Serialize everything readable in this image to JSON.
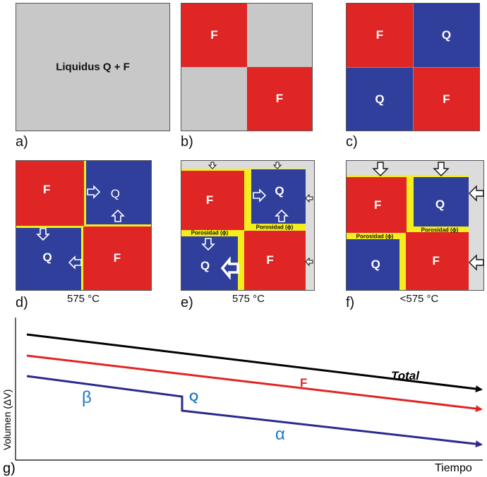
{
  "panels": {
    "a": {
      "label": "a)",
      "text": "Liquidus Q + F"
    },
    "b": {
      "label": "b)",
      "cells": [
        "F",
        "F"
      ]
    },
    "c": {
      "label": "c)",
      "cells": [
        "F",
        "Q",
        "Q",
        "F"
      ]
    },
    "d": {
      "label": "d)",
      "cells": [
        "F",
        "Q",
        "Q",
        "F"
      ],
      "temp": "575 °C"
    },
    "e": {
      "label": "e)",
      "cells": [
        "F",
        "Q",
        "Q",
        "F"
      ],
      "temp": "575 °C",
      "porosity": [
        "Porosidad (ϕ)",
        "Porosidad (ϕ)"
      ]
    },
    "f": {
      "label": "f)",
      "cells": [
        "F",
        "Q",
        "Q",
        "F"
      ],
      "temp": "<575 °C",
      "porosity": [
        "Porosidad (ϕ)",
        "Porosidad (ϕ)"
      ]
    }
  },
  "colors": {
    "F": "#e02525",
    "Q": "#2f3f9b",
    "liquid": "#c8c8c8",
    "porosity": "#f4ee1e",
    "total_line": "#000000",
    "F_line": "#e02525",
    "Q_line": "#2d2a8c",
    "greek": "#1e78c8"
  },
  "graph": {
    "label": "g)",
    "ylabel": "Volumen (ΔV)",
    "xlabel": "Tiempo",
    "series": [
      {
        "name": "Total"
      },
      {
        "name": "F"
      },
      {
        "name": "Q"
      }
    ],
    "phase_before": "β",
    "phase_after": "α"
  }
}
